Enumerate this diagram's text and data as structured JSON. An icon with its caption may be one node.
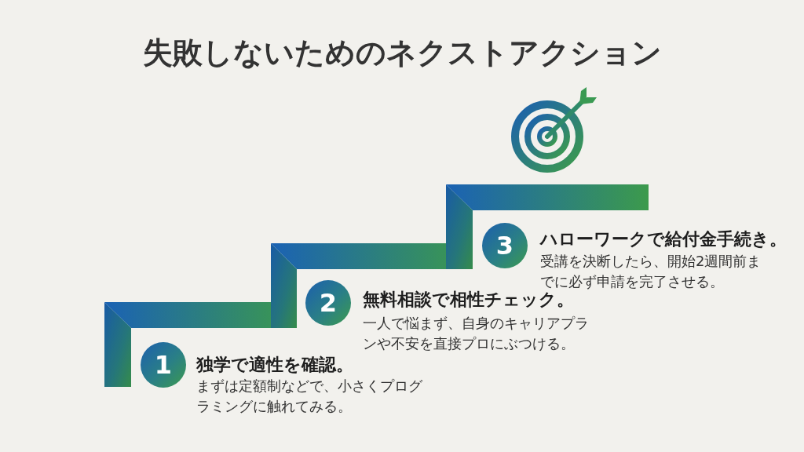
{
  "diagram": {
    "title": "失敗しないためのネクストアクション",
    "nodes": [
      {
        "text": [
          "1"
        ],
        "beside": [
          "独学で適性を確認。",
          "まずは定額制などで、小さくプログラミングに触れてみる。"
        ]
      },
      {
        "text": [
          "2"
        ],
        "beside": [
          "無料相談で相性チェック。",
          "一人で悩まず、自身のキャリアプランや不安を直接プロにぶつける。"
        ]
      },
      {
        "text": [
          "3"
        ],
        "beside": [
          "ハローワークで給付金手続き。",
          "受講を決断したら、開始2週間前までに必ず申請を完了させる。"
        ]
      }
    ]
  }
}
